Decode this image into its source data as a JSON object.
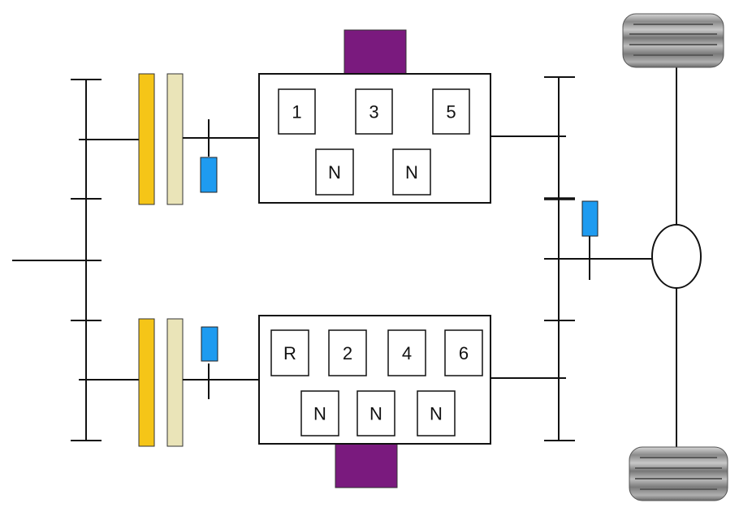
{
  "colors": {
    "clutch_outer": "#F5C518",
    "clutch_inner": "#EAE4B8",
    "synchronizer": "#1E9BF0",
    "electric_machine": "#7A1A7E",
    "line": "#111111",
    "tire_dark": "#6E6E6E",
    "tire_light": "#BDBDBD"
  },
  "upper_gearbox": {
    "gears_top": [
      "1",
      "3",
      "5"
    ],
    "gears_bottom": [
      "N",
      "N"
    ]
  },
  "lower_gearbox": {
    "gears_top": [
      "R",
      "2",
      "4",
      "6"
    ],
    "gears_bottom": [
      "N",
      "N",
      "N"
    ]
  },
  "icons": {
    "clutch": "clutch-plate-icon",
    "synchronizer": "synchronizer-icon",
    "motor": "electric-machine-icon",
    "differential": "differential-icon",
    "wheel": "wheel-icon"
  }
}
